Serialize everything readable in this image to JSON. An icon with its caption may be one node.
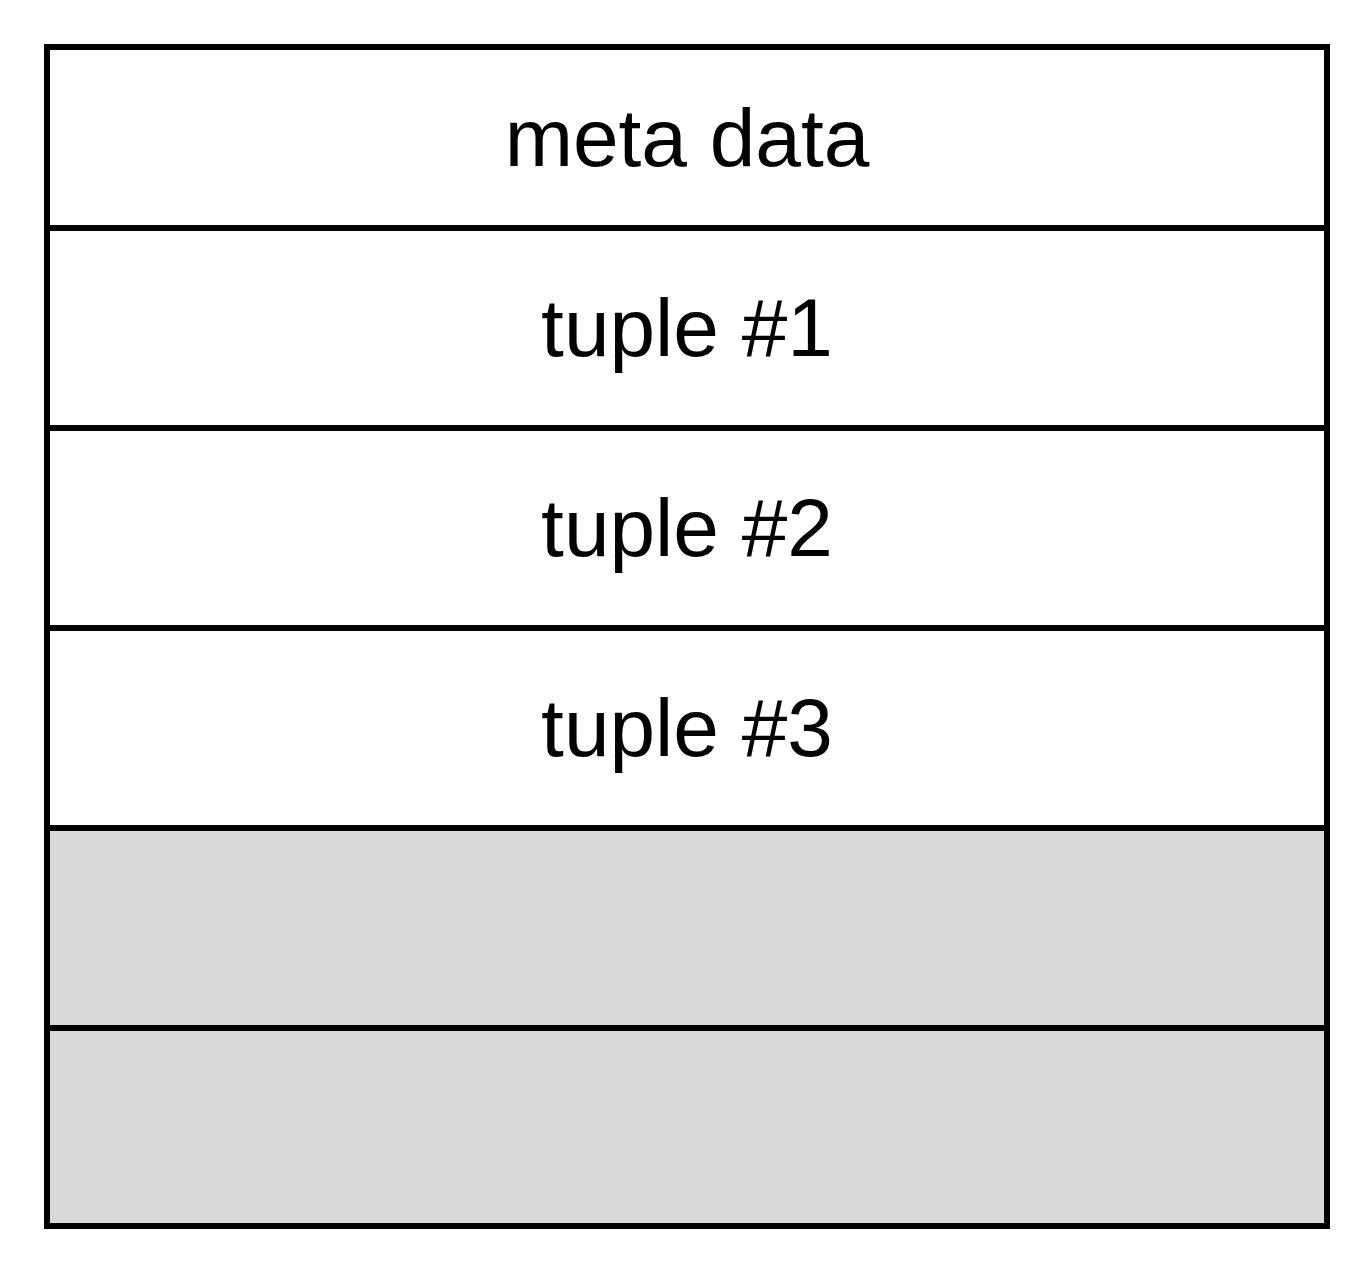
{
  "diagram": {
    "nodes": [
      {
        "text": [
          "meta data"
        ]
      },
      {
        "text": [
          "tuple #1"
        ]
      },
      {
        "text": [
          "tuple #2"
        ]
      },
      {
        "text": [
          "tuple #3"
        ]
      },
      {
        "text": [],
        "shape": "box"
      },
      {
        "text": [],
        "shape": "box"
      }
    ]
  }
}
